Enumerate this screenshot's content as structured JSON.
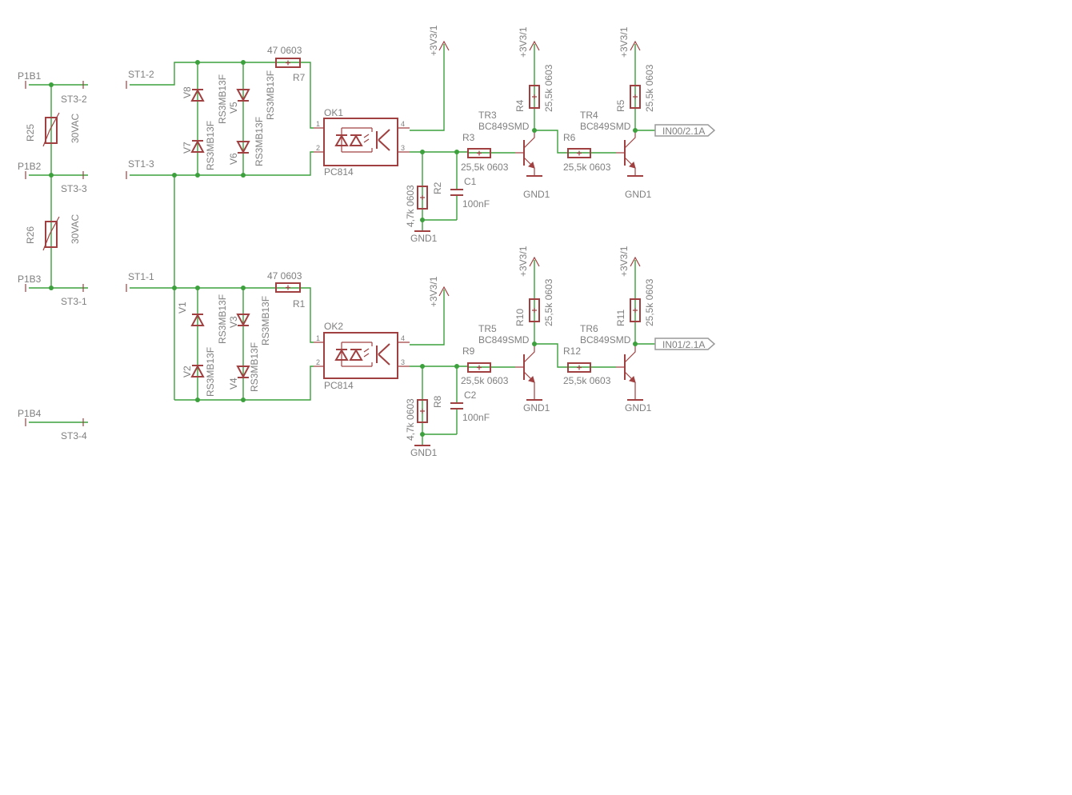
{
  "connectors": {
    "left": [
      "P1B1",
      "P1B2",
      "P1B3",
      "P1B4"
    ],
    "right": [
      "ST3-2",
      "ST3-3",
      "ST3-1",
      "ST3-4"
    ],
    "inputs": [
      "ST1-2",
      "ST1-3",
      "ST1-1"
    ]
  },
  "varistors": [
    {
      "name": "R25",
      "value": "30VAC"
    },
    {
      "name": "R26",
      "value": "30VAC"
    }
  ],
  "channels": [
    {
      "series_r": {
        "name": "R7",
        "value": "47 0603"
      },
      "diodes": [
        {
          "name": "V8",
          "part": "RS3MB13F"
        },
        {
          "name": "V7",
          "part": "RS3MB13F"
        },
        {
          "name": "V5",
          "part": "RS3MB13F"
        },
        {
          "name": "V6",
          "part": "RS3MB13F"
        }
      ],
      "opto": {
        "name": "OK1",
        "part": "PC814"
      },
      "pins": [
        "1",
        "2",
        "3",
        "4"
      ],
      "supply": "+3V3/1",
      "pulldown": {
        "name": "R2",
        "value": "4,7k 0603"
      },
      "cap": {
        "name": "C1",
        "value": "100nF"
      },
      "gnd": "GND1",
      "base_r1": {
        "name": "R3",
        "value": "25,5k 0603"
      },
      "tr1": {
        "name": "TR3",
        "part": "BC849SMD"
      },
      "pullup1": {
        "name": "R4",
        "value": "25,5k 0603"
      },
      "base_r2": {
        "name": "R6",
        "value": "25,5k 0603"
      },
      "tr2": {
        "name": "TR4",
        "part": "BC849SMD"
      },
      "pullup2": {
        "name": "R5",
        "value": "25,5k 0603"
      },
      "output": "IN00/2.1A"
    },
    {
      "series_r": {
        "name": "R1",
        "value": "47 0603"
      },
      "diodes": [
        {
          "name": "V1",
          "part": "RS3MB13F"
        },
        {
          "name": "V2",
          "part": "RS3MB13F"
        },
        {
          "name": "V3",
          "part": "RS3MB13F"
        },
        {
          "name": "V4",
          "part": "RS3MB13F"
        }
      ],
      "opto": {
        "name": "OK2",
        "part": "PC814"
      },
      "pins": [
        "1",
        "2",
        "3",
        "4"
      ],
      "supply": "+3V3/1",
      "pulldown": {
        "name": "R8",
        "value": "4,7k 0603"
      },
      "cap": {
        "name": "C2",
        "value": "100nF"
      },
      "gnd": "GND1",
      "base_r1": {
        "name": "R9",
        "value": "25,5k 0603"
      },
      "tr1": {
        "name": "TR5",
        "part": "BC849SMD"
      },
      "pullup1": {
        "name": "R10",
        "value": "25,5k 0603"
      },
      "base_r2": {
        "name": "R12",
        "value": "25,5k 0603"
      },
      "tr2": {
        "name": "TR6",
        "part": "BC849SMD"
      },
      "pullup2": {
        "name": "R11",
        "value": "25,5k 0603"
      },
      "output": "IN01/2.1A"
    }
  ]
}
